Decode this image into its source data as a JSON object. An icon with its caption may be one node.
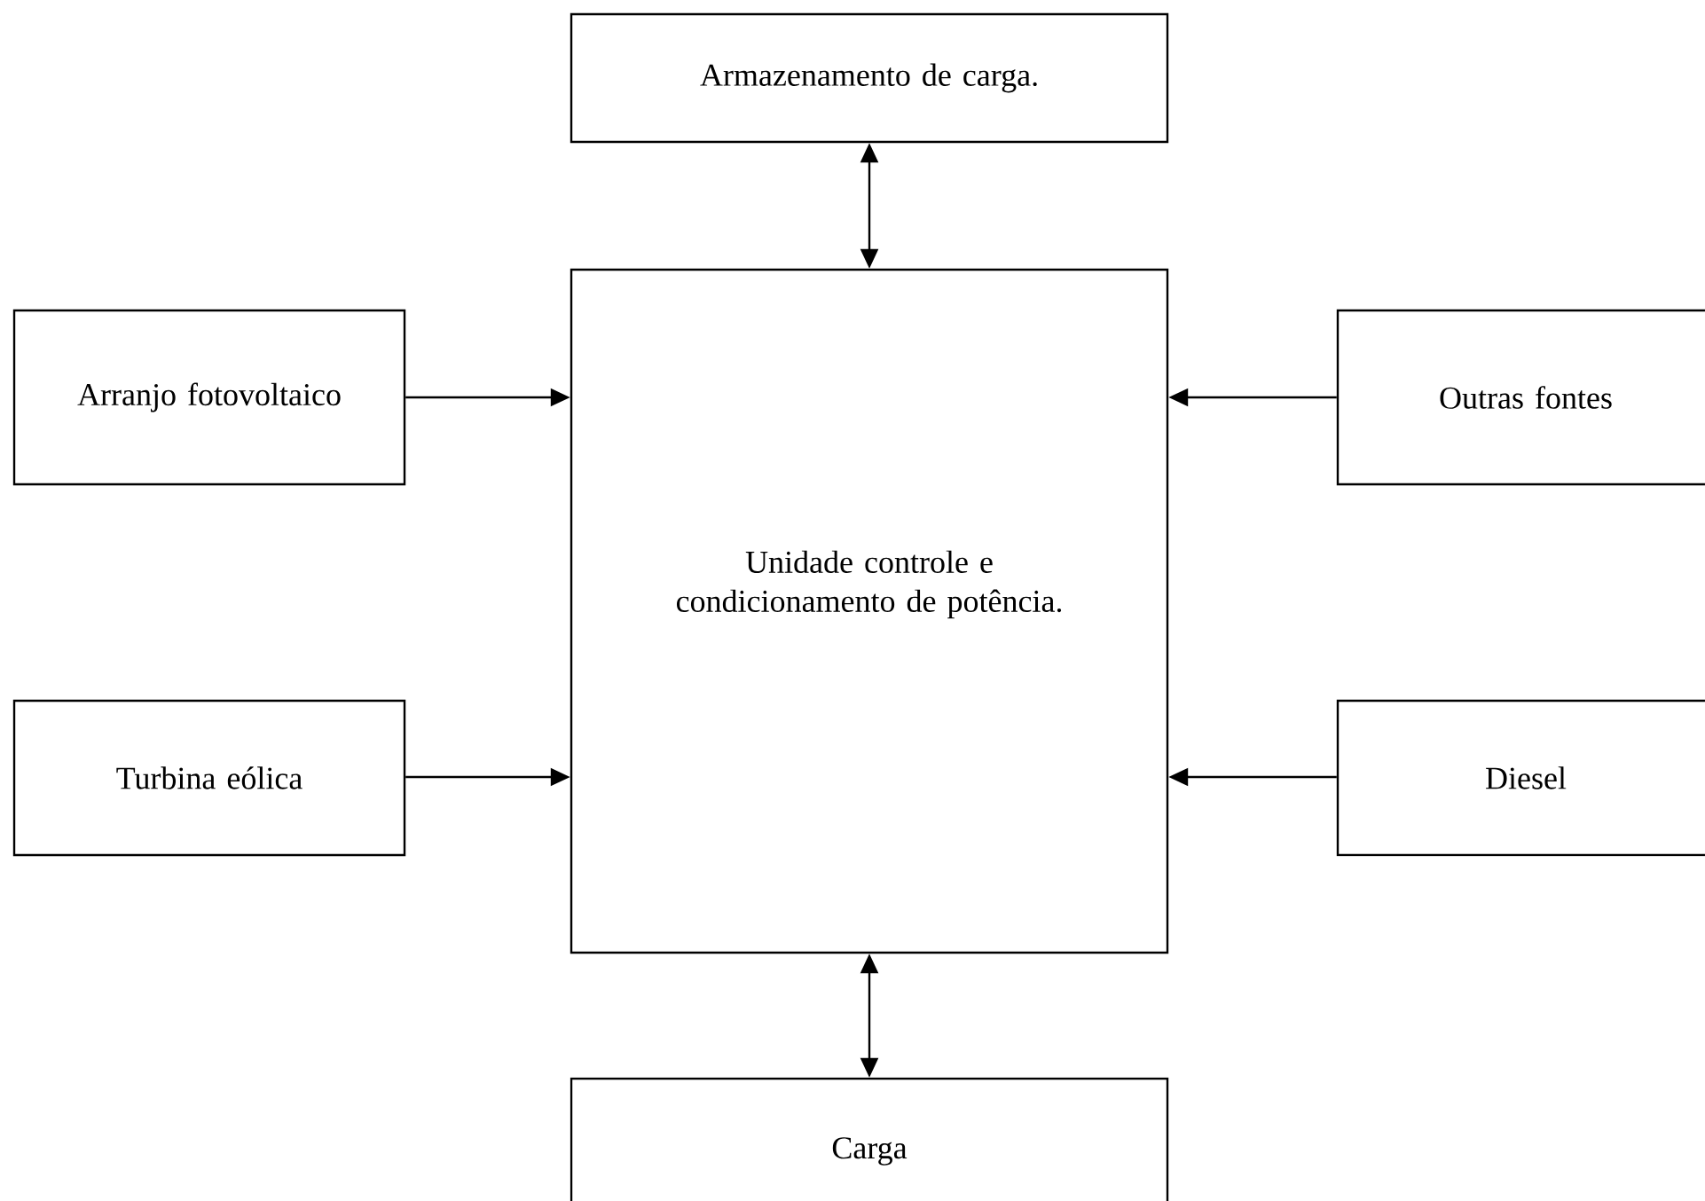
{
  "diagram": {
    "nodes": [
      {
        "text": [
          "Armazenamento de carga."
        ]
      },
      {
        "text": [
          "Arranjo fotovoltaico"
        ]
      },
      {
        "text": [
          "Outras fontes"
        ]
      },
      {
        "text": [
          "Unidade controle e condicionamento de potência."
        ]
      },
      {
        "text": [
          "Turbina eólica"
        ]
      },
      {
        "text": [
          "Diesel"
        ]
      },
      {
        "text": [
          "Carga"
        ]
      }
    ],
    "edges": [
      {
        "from": 0,
        "to": 3,
        "arrow": "both"
      },
      {
        "from": 1,
        "to": 3,
        "arrow": "to"
      },
      {
        "from": 2,
        "to": 3,
        "arrow": "to"
      },
      {
        "from": 4,
        "to": 3,
        "arrow": "to"
      },
      {
        "from": 5,
        "to": 3,
        "arrow": "to"
      },
      {
        "from": 3,
        "to": 6,
        "arrow": "both"
      }
    ]
  }
}
